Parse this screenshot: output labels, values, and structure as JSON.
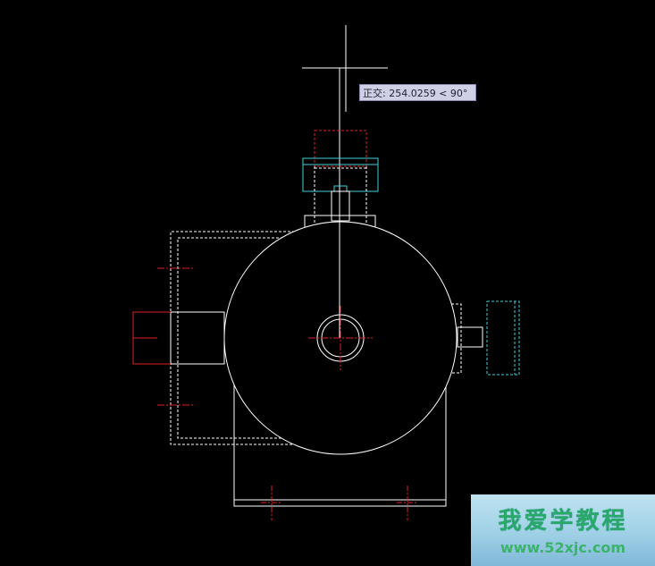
{
  "tooltip": {
    "text": "正交: 254.0259 < 90°"
  },
  "watermark": {
    "title": "我爱学教程",
    "url": "www.52xjc.com"
  },
  "colors": {
    "background": "#000000",
    "line": "#ffffff",
    "center_line": "#ff2020",
    "cyan": "#40d0d8",
    "tooltip_bg": "#cfcfe6"
  }
}
